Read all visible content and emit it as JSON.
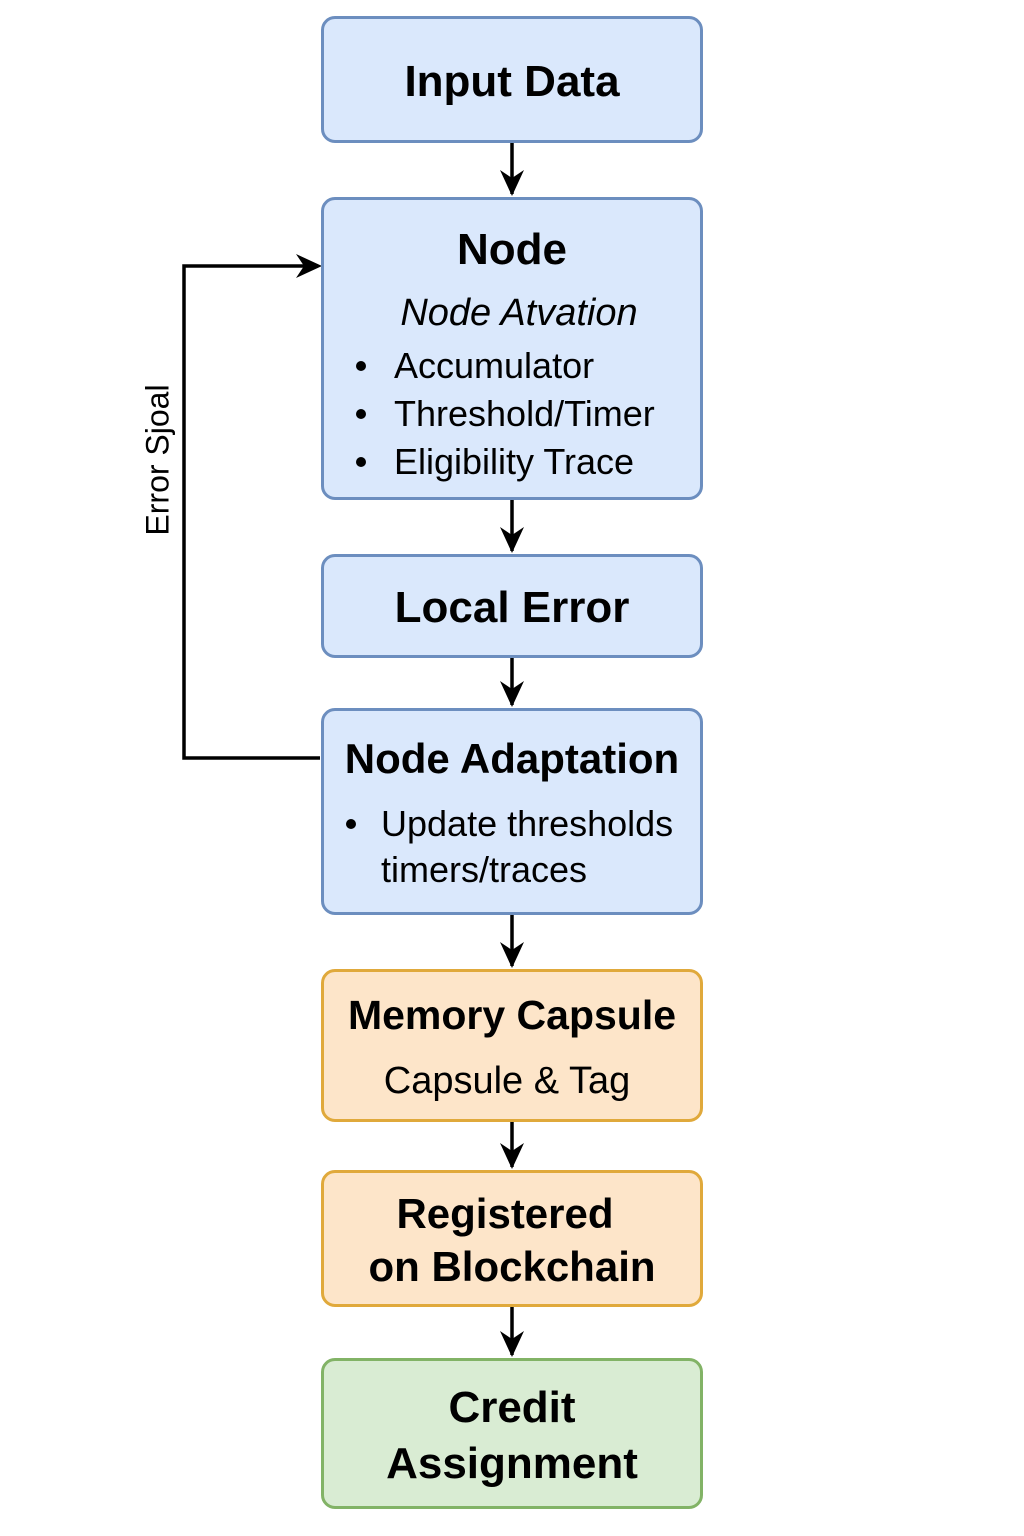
{
  "boxes": {
    "input_data": {
      "title": "Input Data"
    },
    "node": {
      "title": "Node",
      "subtitle": "Node Atvation",
      "items": [
        "Accumulator",
        "Threshold/Timer",
        "Eligibility Trace"
      ]
    },
    "local_error": {
      "title": "Local Error"
    },
    "node_adaptation": {
      "title": "Node Adaptation",
      "item_line1": "Update thresholds",
      "item_line2": "timers/traces"
    },
    "memory_capsule": {
      "title": "Memory Capsule",
      "subtitle": "Capsule & Tag"
    },
    "blockchain": {
      "title_line1": "Registered",
      "title_line2": "on Blockchain"
    },
    "credit": {
      "title_line1": "Credit",
      "title_line2": "Assignment"
    }
  },
  "feedback_label": "Error Sjoal",
  "colors": {
    "blue_fill": "#dae8fc",
    "blue_border": "#6c8ebf",
    "orange_fill": "#fde5c9",
    "orange_border": "#e0a93b",
    "green_fill": "#d9ecd3",
    "green_border": "#82b366",
    "arrow": "#000000"
  }
}
